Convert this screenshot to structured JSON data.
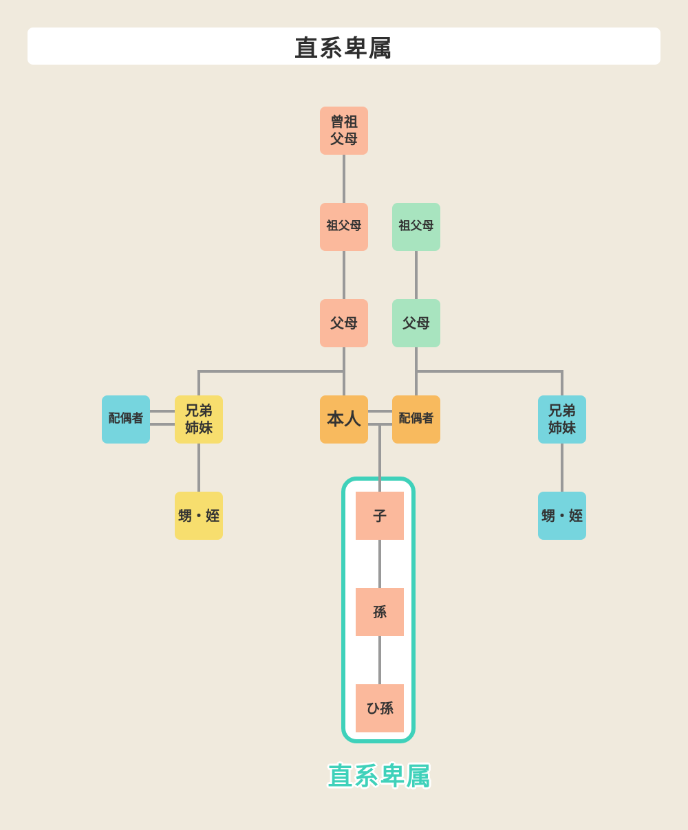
{
  "title": "直系卑属",
  "highlight_label": "直系卑属",
  "colors": {
    "background": "#f0eadd",
    "line": "#999999",
    "own_lineage": "#fbb99c",
    "spouse_lineage": "#a8e4bf",
    "self_and_spouse": "#f8ba5e",
    "sibling_own": "#f7de6e",
    "sibling_spouse_side": "#76d5de",
    "highlight": "#3fd1ba"
  },
  "nodes": {
    "great_grandparents": "曾祖\n父母",
    "grandparents": "祖父母",
    "parents": "父母",
    "self": "本人",
    "child": "子",
    "grandchild": "孫",
    "great_grandchild": "ひ孫",
    "spouse_grandparents": "祖父母",
    "spouse_parents": "父母",
    "spouse": "配偶者",
    "siblings": "兄弟\n姉妹",
    "sibling_spouse": "配偶者",
    "nephew_niece": "甥・姪",
    "spouse_siblings": "兄弟\n姉妹",
    "spouse_nephew_niece": "甥・姪"
  }
}
